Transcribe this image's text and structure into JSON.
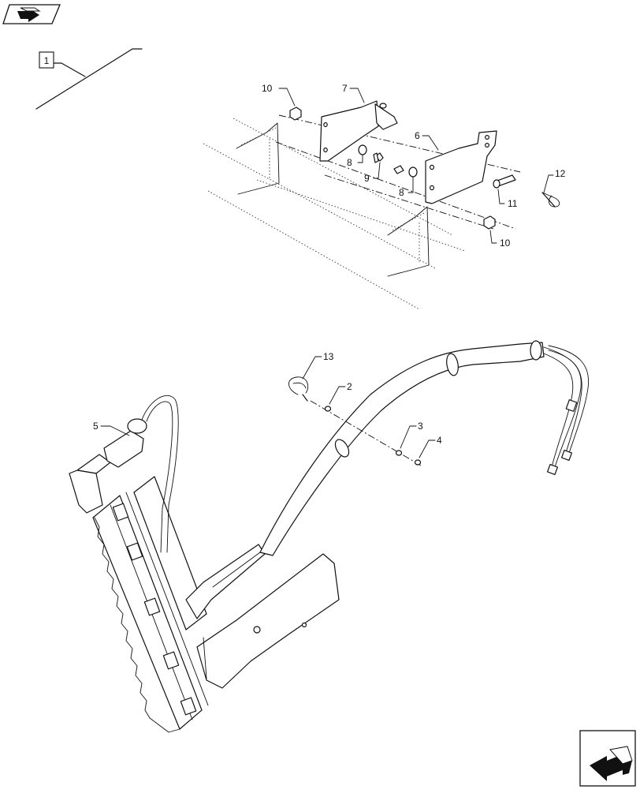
{
  "header": {
    "nav_icon": "back-arrow-icon"
  },
  "assembly": {
    "ref_label": "1"
  },
  "callouts": {
    "c2": "2",
    "c3": "3",
    "c4": "4",
    "c5": "5",
    "c6": "6",
    "c7": "7",
    "c8a": "8",
    "c8b": "8",
    "c9": "9",
    "c10a": "10",
    "c10b": "10",
    "c11": "11",
    "c12": "12",
    "c13": "13"
  },
  "footer": {
    "nav_icon": "forward-arrow-icon"
  }
}
